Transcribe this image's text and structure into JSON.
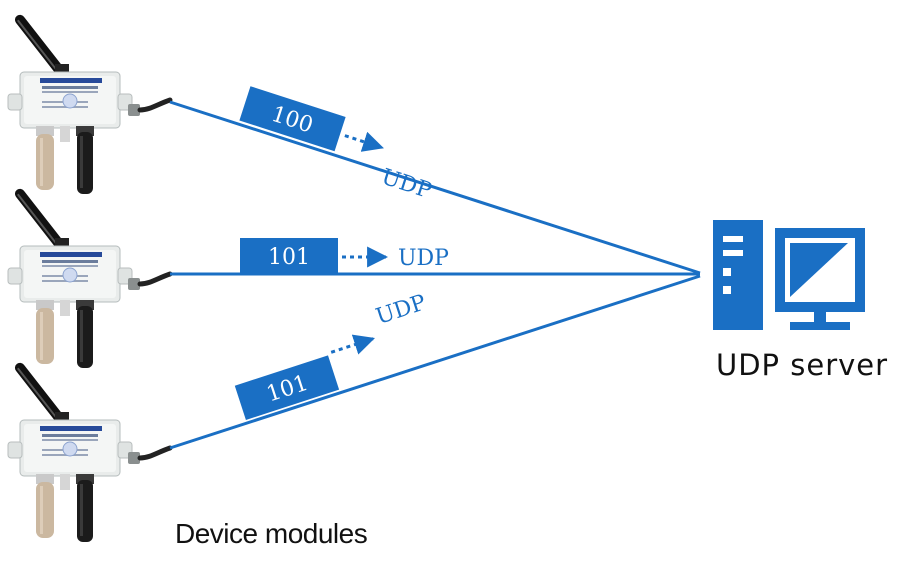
{
  "packets": [
    {
      "number": "100",
      "protocol": "UDP"
    },
    {
      "number": "101",
      "protocol": "UDP"
    },
    {
      "number": "101",
      "protocol": "UDP"
    }
  ],
  "server": {
    "label": "UDP server",
    "icon": "computer-server-icon"
  },
  "devices": {
    "label": "Device modules",
    "count": 3,
    "icon": "wireless-sensor-module-icon"
  },
  "colors": {
    "line": "#1a6fc4",
    "packet_fill": "#1a6fc4",
    "packet_text": "#ffffff",
    "icon": "#1a6fc4"
  }
}
